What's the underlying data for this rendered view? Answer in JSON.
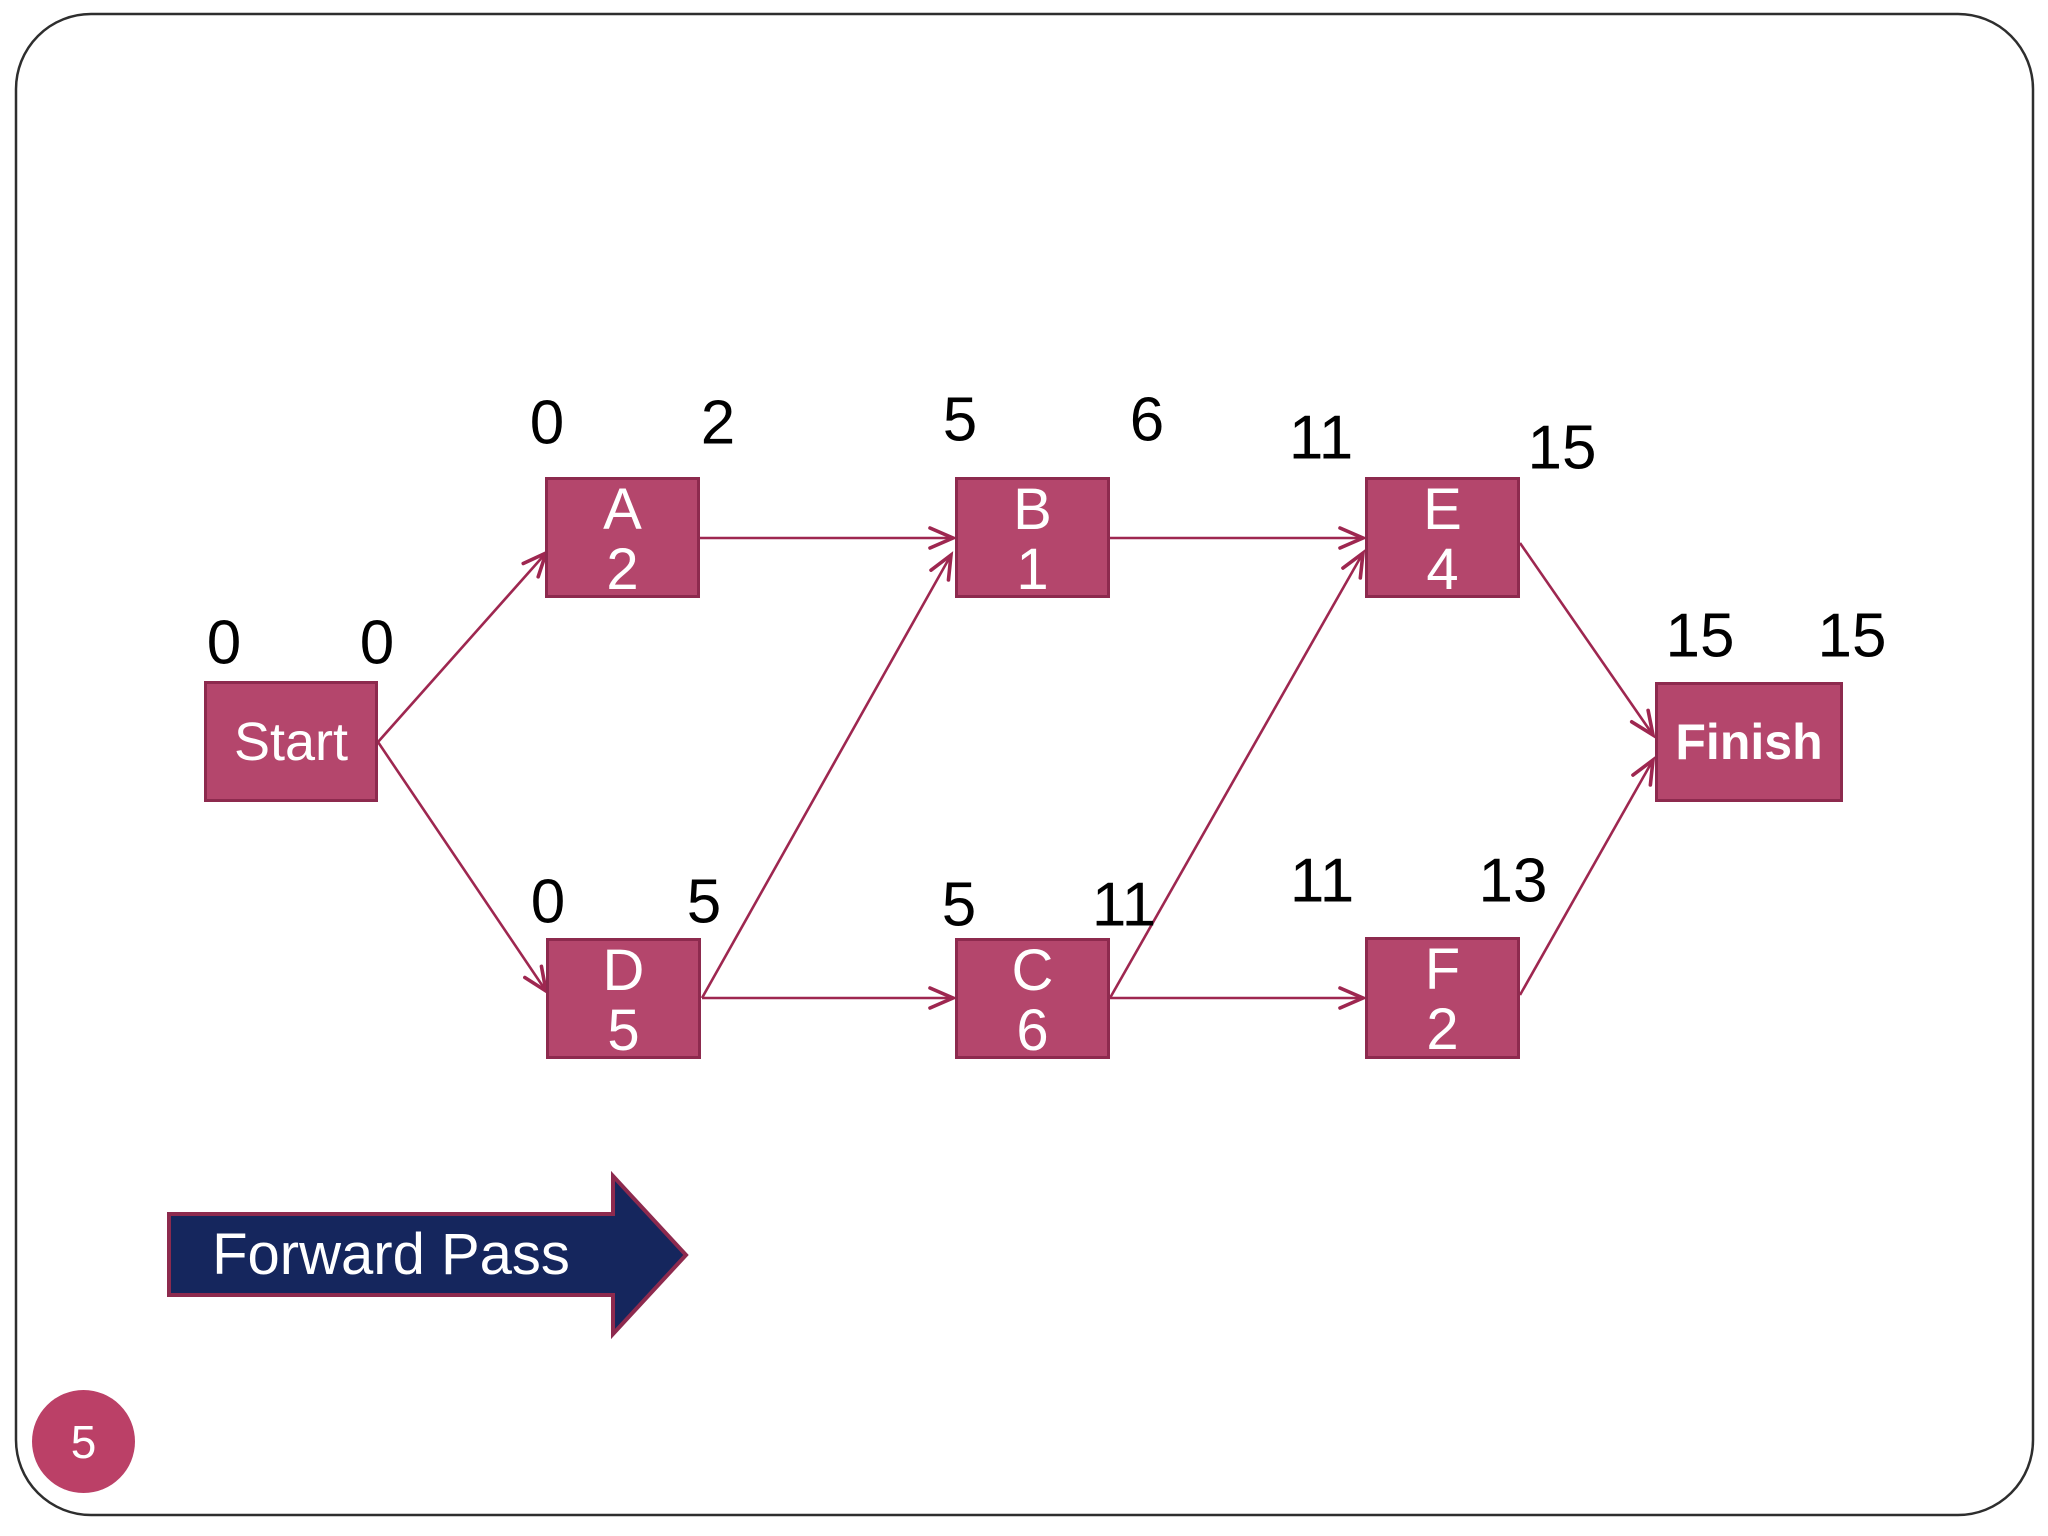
{
  "slide": {
    "page_number": "5"
  },
  "legend": {
    "forward_pass_label": "Forward Pass"
  },
  "colors": {
    "node_fill": "#b4466c",
    "node_border": "#8d2a4e",
    "arrow": "#9e2750",
    "banner_fill": "#15265d",
    "banner_border": "#8d2a4e",
    "page_badge": "#bb4067",
    "number_text": "#000000",
    "node_text": "#ffffff",
    "slide_border": "#2e2e2e"
  },
  "nodes": {
    "start": {
      "label": "Start",
      "es": "0",
      "ef": "0"
    },
    "a": {
      "label": "A",
      "duration": "2",
      "es": "0",
      "ef": "2"
    },
    "b": {
      "label": "B",
      "duration": "1",
      "es": "5",
      "ef": "6"
    },
    "e": {
      "label": "E",
      "duration": "4",
      "es": "11",
      "ef": "15"
    },
    "d": {
      "label": "D",
      "duration": "5",
      "es": "0",
      "ef": "5"
    },
    "c": {
      "label": "C",
      "duration": "6",
      "es": "5",
      "ef": "11"
    },
    "f": {
      "label": "F",
      "duration": "2",
      "es": "11",
      "ef": "13"
    },
    "finish": {
      "label": "Finish",
      "es": "15",
      "ef": "15"
    }
  },
  "edges": [
    {
      "from": "Start",
      "to": "A"
    },
    {
      "from": "Start",
      "to": "D"
    },
    {
      "from": "A",
      "to": "B"
    },
    {
      "from": "D",
      "to": "B"
    },
    {
      "from": "B",
      "to": "E"
    },
    {
      "from": "C",
      "to": "E"
    },
    {
      "from": "D",
      "to": "C"
    },
    {
      "from": "C",
      "to": "F"
    },
    {
      "from": "E",
      "to": "Finish"
    },
    {
      "from": "F",
      "to": "Finish"
    }
  ]
}
